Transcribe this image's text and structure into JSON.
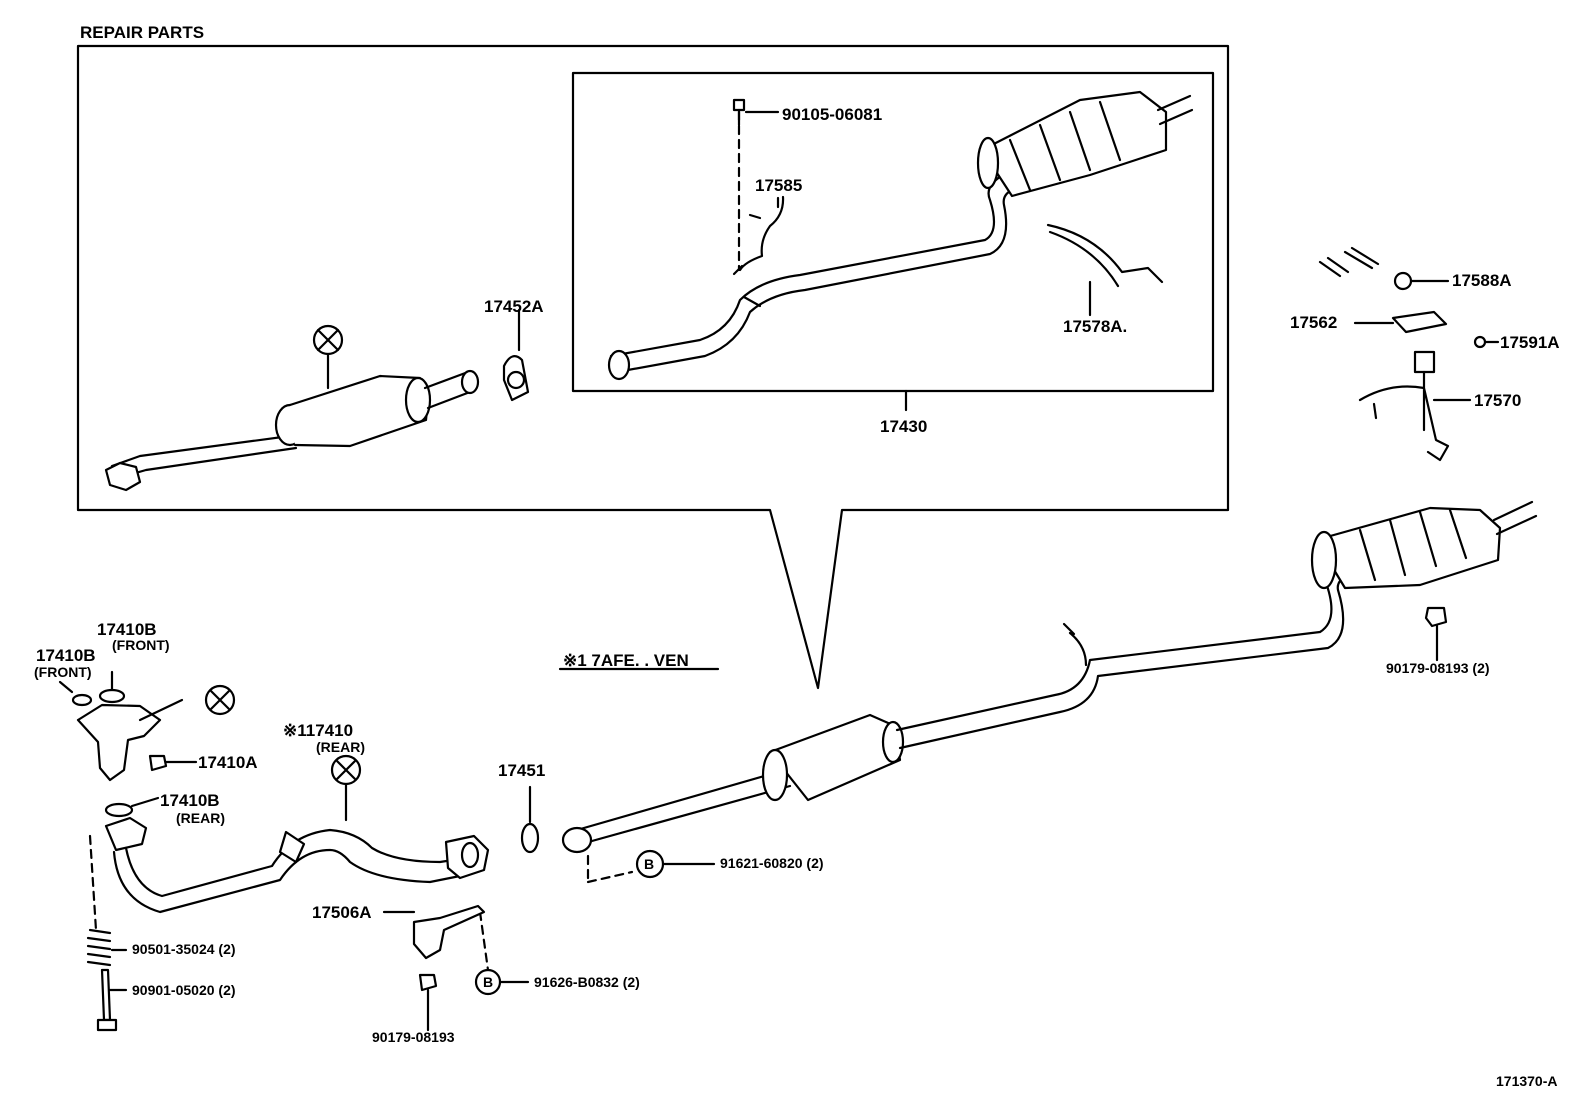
{
  "header": {
    "title": "REPAIR PARTS"
  },
  "note": "※1 7AFE. . VEN",
  "figure_code": "171370-A",
  "labels": {
    "p17452A": "17452A",
    "p90105": "90105-06081",
    "p17585": "17585",
    "p17578A": "17578A.",
    "p17430": "17430",
    "p17588A": "17588A",
    "p17562": "17562",
    "p17591A": "17591A",
    "p17570": "17570",
    "p90179_right": "90179-08193 (2)",
    "p17410B_front1": "17410B",
    "p17410B_front1_sub": "(FRONT)",
    "p17410B_front2": "17410B",
    "p17410B_front2_sub": "(FRONT)",
    "p17410A": "17410A",
    "p17410B_rear": "17410B",
    "p17410B_rear_sub": "(REAR)",
    "p117410": "※117410",
    "p117410_sub": "(REAR)",
    "p17451": "17451",
    "p91621": "91621-60820 (2)",
    "p17506A": "17506A",
    "p90501": "90501-35024 (2)",
    "p90901": "90901-05020 (2)",
    "p91626": "91626-B0832 (2)",
    "p90179_bottom": "90179-08193",
    "circleB": "B"
  }
}
